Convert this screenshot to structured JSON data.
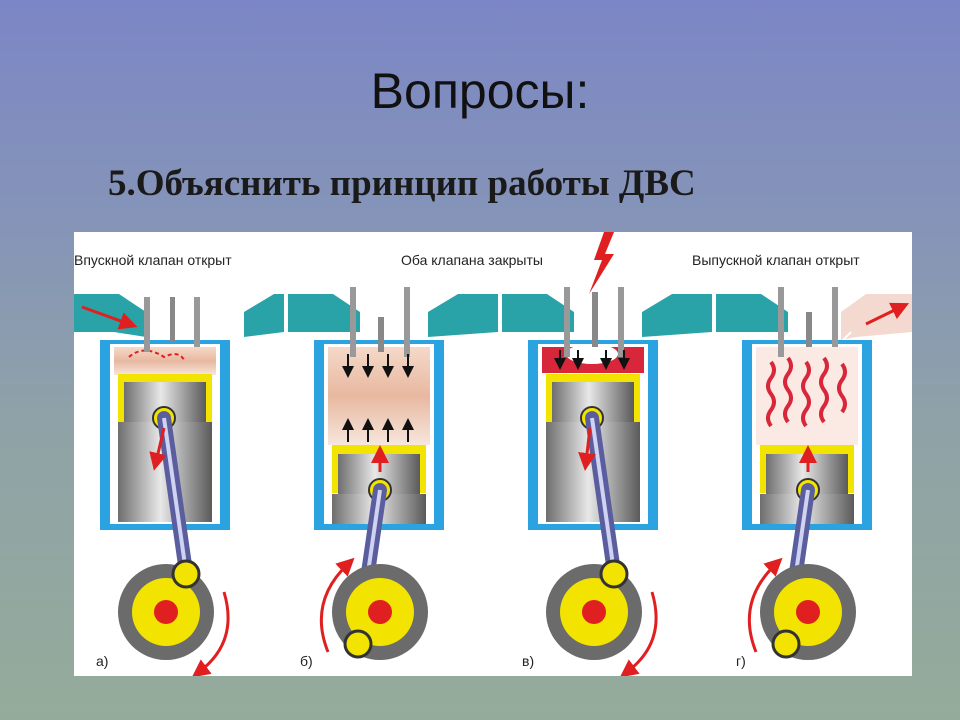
{
  "slide": {
    "title": "Вопросы:",
    "question": "5.Объяснить принцип работы ДВС"
  },
  "diagram": {
    "labels": {
      "intake_open": "Впускной клапан открыт",
      "both_closed": "Оба клапана закрыты",
      "exhaust_open": "Выпускной клапан открыт"
    },
    "strokes": [
      {
        "letter": "а)"
      },
      {
        "letter": "б)"
      },
      {
        "letter": "в)"
      },
      {
        "letter": "г)"
      }
    ]
  },
  "colors": {
    "cylinder_wall": "#29a9d6",
    "port": "#2aa3a8",
    "piston": "#f2e400",
    "flame_arrow": "#e02020",
    "rod": "#5a5e9e"
  }
}
